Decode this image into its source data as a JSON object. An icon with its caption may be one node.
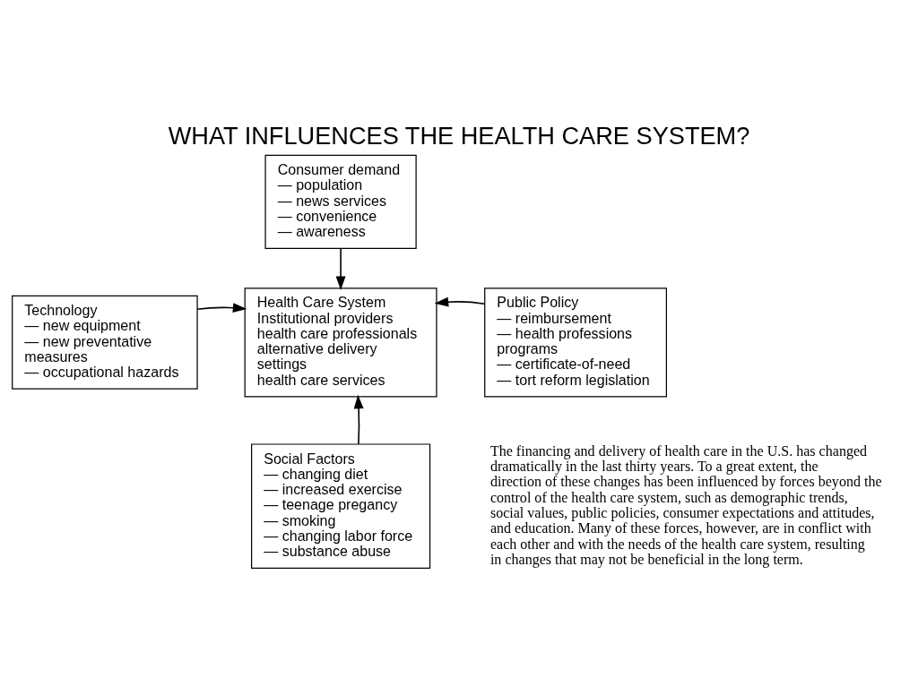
{
  "diagram": {
    "title": "WHAT INFLUENCES THE HEALTH CARE SYSTEM?",
    "nodes": [
      {
        "text": [
          "Consumer demand",
          "— population",
          "— news services",
          "— convenience",
          "— awareness"
        ]
      },
      {
        "text": [
          "Technology",
          "— new equipment",
          "— new preventative measures",
          "— occupational hazards"
        ]
      },
      {
        "text": [
          "Health Care System",
          "Institutional providers",
          "health care professionals",
          "alternative delivery settings",
          "health care services"
        ]
      },
      {
        "text": [
          "Public Policy",
          "— reimbursement",
          "— health professions programs",
          "— certificate-of-need",
          "— tort reform legislation"
        ]
      },
      {
        "text": [
          "Social Factors",
          "— changing diet",
          "— increased exercise",
          "— teenage pregancy",
          "— smoking",
          "— changing labor force",
          "— substance abuse"
        ]
      }
    ],
    "edges": [
      {
        "from": 0,
        "to": 2,
        "arrow": "to"
      },
      {
        "from": 1,
        "to": 2,
        "arrow": "to"
      },
      {
        "from": 3,
        "to": 2,
        "arrow": "to"
      },
      {
        "from": 4,
        "to": 2,
        "arrow": "to"
      }
    ],
    "labels": [
      "The financing and delivery of health care in the U.S. has changed dramatically in the last thirty years. To a great extent, the direction of these changes has been influenced by forces beyond the control of the health care system, such as demographic trends, social values, public policies, consumer expectations and attitudes, and education. Many of these forces, however, are in conflict with each other and with the needs of the health care system, resulting in changes that may not be beneficial in the long term."
    ]
  }
}
